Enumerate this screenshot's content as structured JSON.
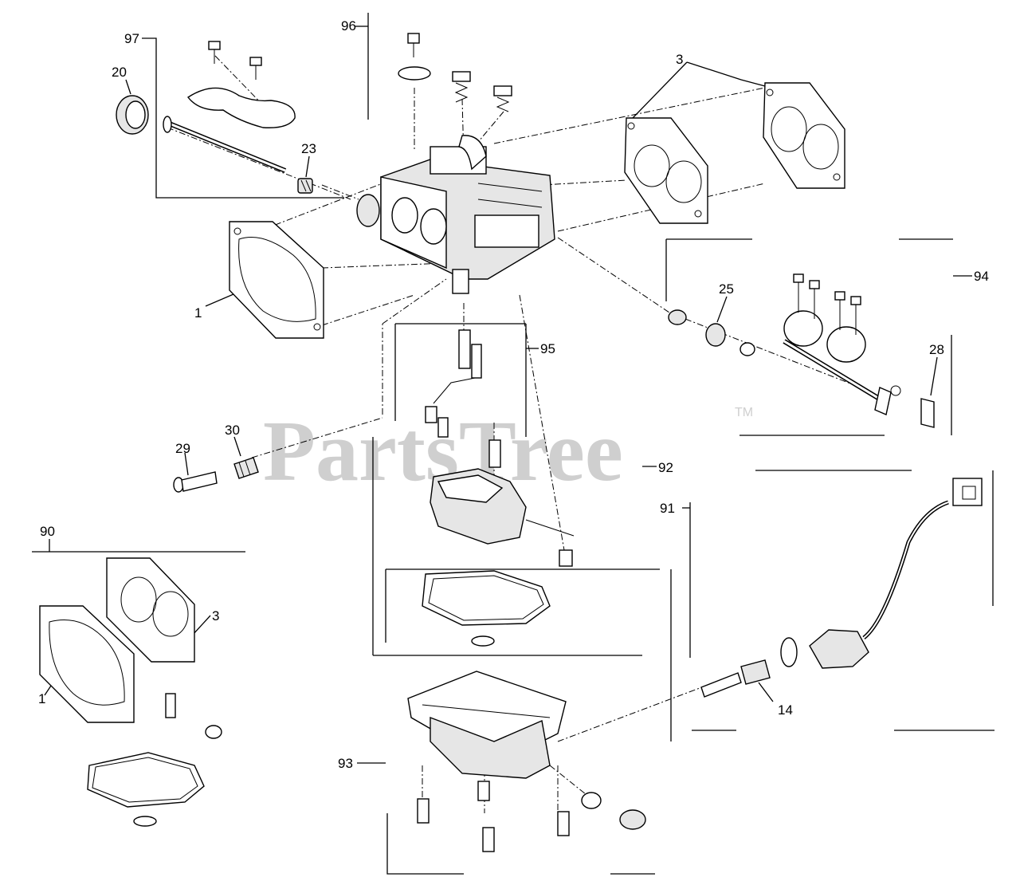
{
  "watermark": {
    "brand": "PartsTree",
    "trademark": "TM"
  },
  "callouts": {
    "c97": "97",
    "c96": "96",
    "c20": "20",
    "c23": "23",
    "c3a": "3",
    "c1a": "1",
    "c94": "94",
    "c25": "25",
    "c28": "28",
    "c95": "95",
    "c29": "29",
    "c30": "30",
    "c92": "92",
    "c91": "91",
    "c90": "90",
    "c3b": "3",
    "c1b": "1",
    "c14": "14",
    "c93": "93"
  }
}
